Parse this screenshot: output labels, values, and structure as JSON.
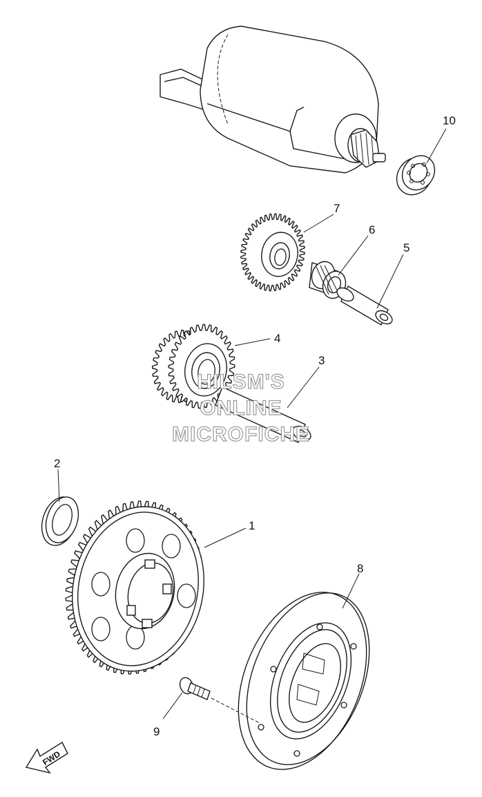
{
  "parts": [
    {
      "id": "part-1",
      "label": "1"
    },
    {
      "id": "part-2",
      "label": "2"
    },
    {
      "id": "part-3",
      "label": "3"
    },
    {
      "id": "part-4",
      "label": "4"
    },
    {
      "id": "part-5",
      "label": "5"
    },
    {
      "id": "part-6",
      "label": "6"
    },
    {
      "id": "part-7",
      "label": "7"
    },
    {
      "id": "part-8",
      "label": "8"
    },
    {
      "id": "part-9",
      "label": "9"
    },
    {
      "id": "part-10",
      "label": "10"
    }
  ],
  "watermark": {
    "line1": "HILSM'S",
    "line2": "ONLINE",
    "line3": "MICROFICHE"
  },
  "fwd_arrow": {
    "label": "FWD"
  },
  "colors": {
    "line": "#1a1a1a",
    "watermark_outline": "#9a9a9a",
    "background": "#ffffff"
  }
}
